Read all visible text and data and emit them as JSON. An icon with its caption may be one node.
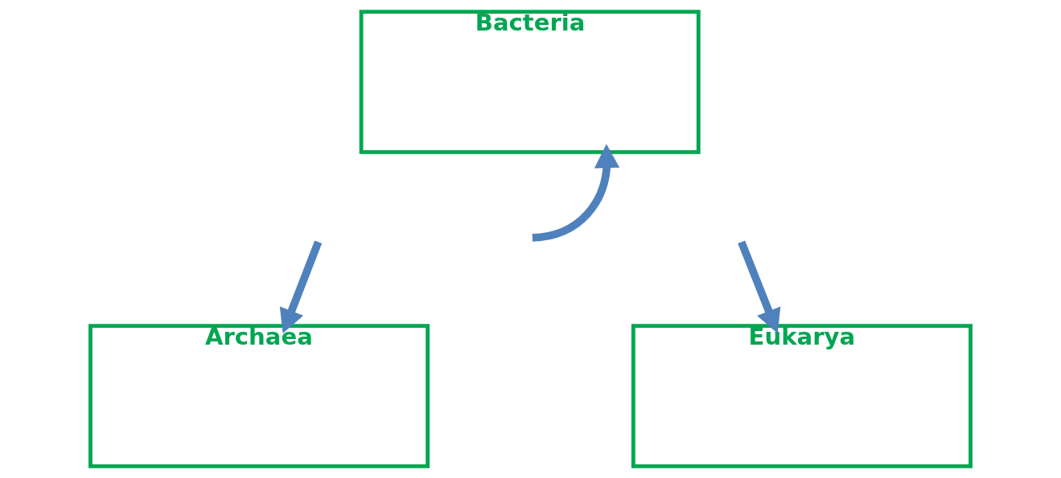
{
  "diagram": {
    "nodes": [
      {
        "text": [
          "Bacteria"
        ]
      },
      {
        "text": [
          "Archaea"
        ]
      },
      {
        "text": [
          "Eukarya"
        ]
      }
    ],
    "edges": [
      {
        "from": null,
        "to": 0,
        "arrow": "to"
      },
      {
        "from": null,
        "to": 1,
        "arrow": "to"
      },
      {
        "from": null,
        "to": 2,
        "arrow": "to"
      }
    ]
  }
}
